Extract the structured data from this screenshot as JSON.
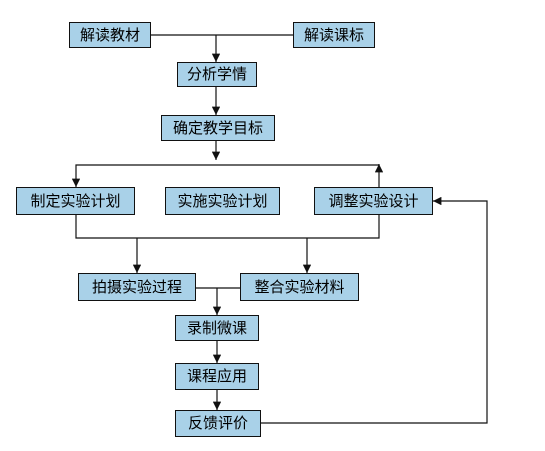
{
  "colors": {
    "box_fill": "#a9d1e8",
    "box_border": "#111111",
    "line": "#111111"
  },
  "nodes": {
    "jiedu_jiaocai": "解读教材",
    "jiedu_kebiao": "解读课标",
    "fenxi_xueqing": "分析学情",
    "queding_mubiao": "确定教学目标",
    "zhiding_jihua": "制定实验计划",
    "shishi_jihua": "实施实验计划",
    "tiaozheng_sheji": "调整实验设计",
    "paishe_guocheng": "拍摄实验过程",
    "zhenghe_cailiao": "整合实验材料",
    "luzhi_weike": "录制微课",
    "kecheng_yingyong": "课程应用",
    "fankui_pingjia": "反馈评价"
  }
}
